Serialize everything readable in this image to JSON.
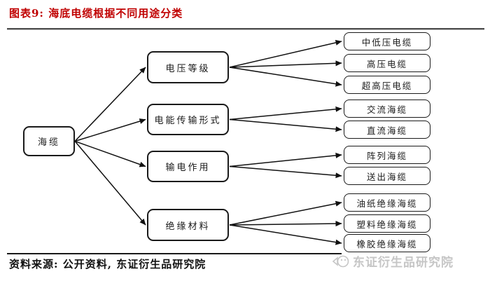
{
  "header": {
    "title": "图表9: 海底电缆根据不同用途分类"
  },
  "diagram": {
    "root": {
      "label": "海缆"
    },
    "categories": [
      {
        "label": "电压等级",
        "children": [
          "中低压电缆",
          "高压电缆",
          "超高压电缆"
        ]
      },
      {
        "label": "电能传输形式",
        "children": [
          "交流海缆",
          "直流海缆"
        ]
      },
      {
        "label": "输电作用",
        "children": [
          "阵列海缆",
          "送出海缆"
        ]
      },
      {
        "label": "绝缘材料",
        "children": [
          "油纸绝缘海缆",
          "塑料绝缘海缆",
          "橡胶绝缘海缆"
        ]
      }
    ]
  },
  "footer": {
    "source": "资料来源: 公开资料, 东证衍生品研究院",
    "watermark": "东证衍生品研究院"
  },
  "colors": {
    "title": "#c00000",
    "arrow": "#111111",
    "watermark": "#c6c6c6"
  }
}
